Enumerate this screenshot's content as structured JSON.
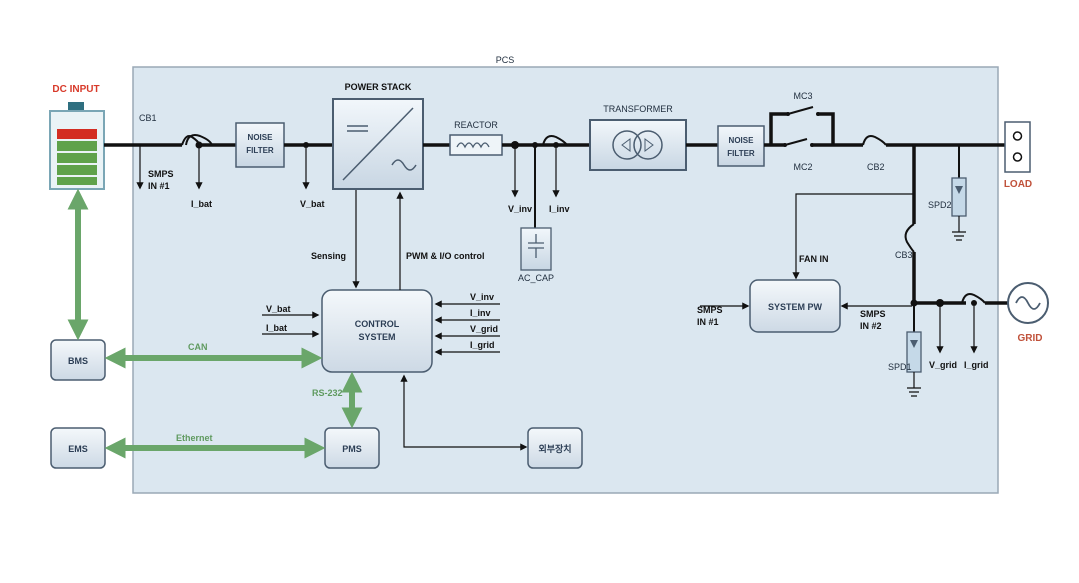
{
  "labels": {
    "pcs": "PCS",
    "dc_input": "DC INPUT",
    "cb1": "CB1",
    "cb2": "CB2",
    "cb3": "CB3",
    "smps": "SMPS",
    "in1": "IN #1",
    "in2": "IN #2",
    "i_bat": "I_bat",
    "v_bat": "V_bat",
    "noise": "NOISE",
    "filter": "FILTER",
    "power_stack": "POWER STACK",
    "reactor": "REACTOR",
    "v_inv": "V_inv",
    "i_inv": "I_inv",
    "ac_cap": "AC_CAP",
    "transformer": "TRANSFORMER",
    "mc3": "MC3",
    "mc2": "MC2",
    "load": "LOAD",
    "spd2": "SPD2",
    "spd1": "SPD1",
    "grid": "GRID",
    "v_grid": "V_grid",
    "i_grid": "I_grid",
    "system_pw": "SYSTEM PW",
    "fan_in": "FAN IN",
    "control": "CONTROL",
    "system": "SYSTEM",
    "sensing": "Sensing",
    "pwm": "PWM & I/O control",
    "pms": "PMS",
    "rs232": "RS-232",
    "external": "외부장치",
    "bms": "BMS",
    "can": "CAN",
    "ems": "EMS",
    "ethernet": "Ethernet"
  },
  "colors": {
    "enclosure_fill": "#dbe7f0",
    "dc_input_red": "#d83a2a",
    "terminal_label_orange": "#c0513a",
    "comm_link_green": "#6aa66a",
    "battery_cell_green": "#5fa24b",
    "battery_cell_red": "#d32d22"
  }
}
